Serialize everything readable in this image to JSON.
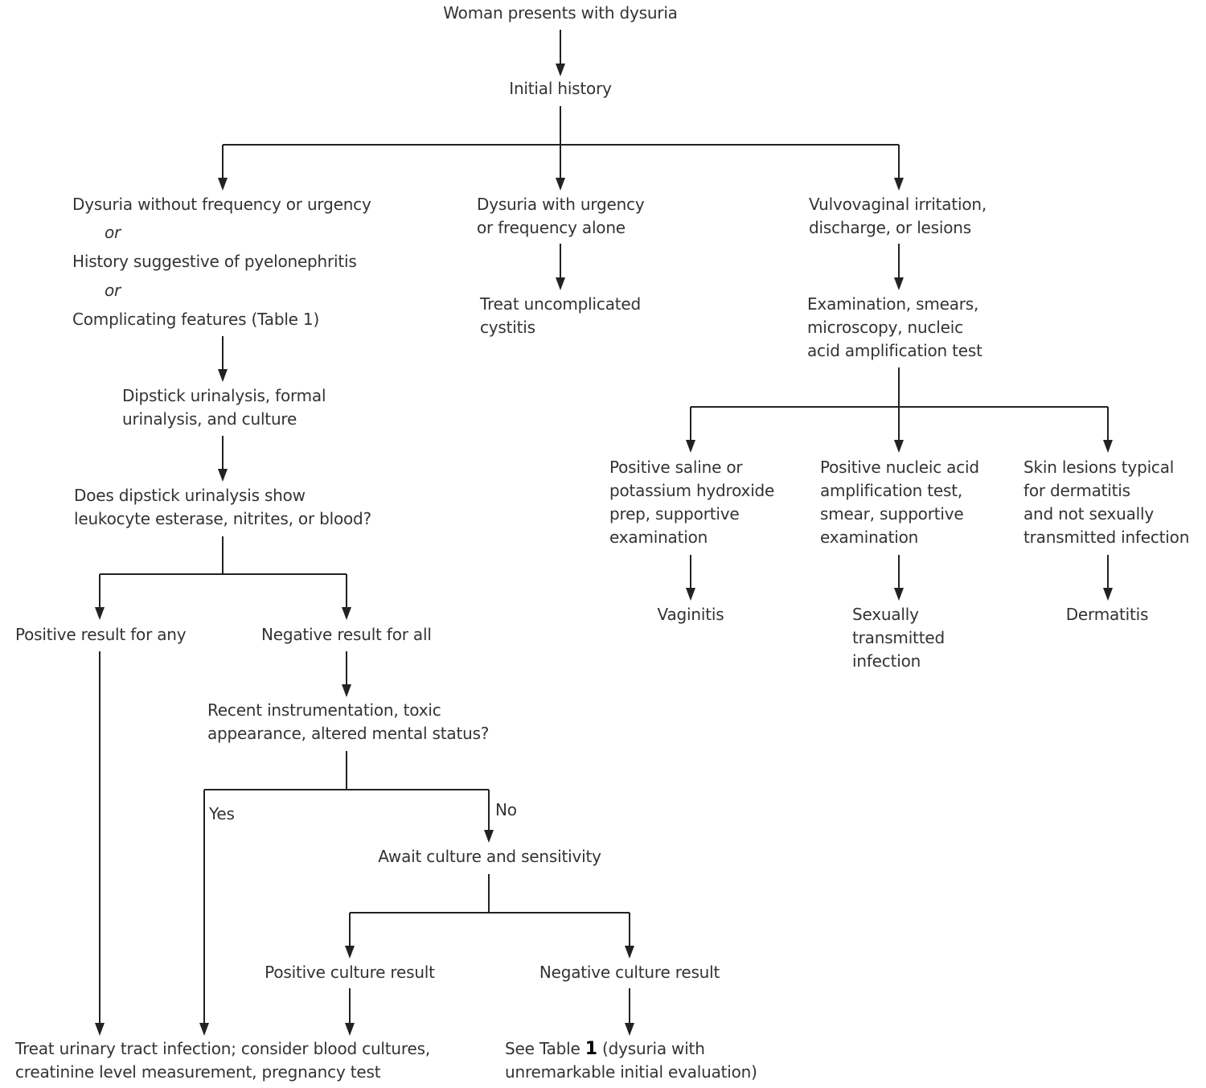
{
  "nodes": {
    "start": "Woman presents with dysuria",
    "history": "Initial history",
    "branch_a": {
      "line1": "Dysuria without frequency or urgency",
      "or1": "or",
      "line2": "History suggestive of pyelonephritis",
      "or2": "or",
      "line3": "Complicating features (Table 1)"
    },
    "branch_b": [
      "Dysuria with urgency",
      "or frequency alone"
    ],
    "branch_c": [
      "Vulvovaginal irritation,",
      "discharge, or lesions"
    ],
    "treat_cystitis": [
      "Treat uncomplicated",
      "cystitis"
    ],
    "exam": [
      "Examination, smears,",
      "microscopy, nucleic",
      "acid amplification test"
    ],
    "urinalysis": [
      "Dipstick urinalysis, formal",
      "urinalysis, and culture"
    ],
    "dipstick_question": [
      "Does dipstick urinalysis show",
      "leukocyte esterase, nitrites, or blood?"
    ],
    "positive_any": "Positive result for any",
    "negative_all": "Negative result for all",
    "instrumentation": [
      "Recent instrumentation, toxic",
      "appearance, altered mental status?"
    ],
    "yes": "Yes",
    "no": "No",
    "await": "Await culture and sensitivity",
    "pos_culture": "Positive culture result",
    "neg_culture": "Negative culture result",
    "treat_uti": [
      "Treat urinary tract infection; consider blood cultures,",
      "creatinine level measurement, pregnancy test"
    ],
    "see_table": {
      "prefix": "See Table ",
      "number": "1",
      "suffix": " (dysuria with",
      "line2": "unremarkable initial evaluation)"
    },
    "saline": [
      "Positive saline or",
      "potassium hydroxide",
      "prep, supportive",
      "examination"
    ],
    "naat": [
      "Positive nucleic acid",
      "amplification test,",
      "smear, supportive",
      "examination"
    ],
    "skin": [
      "Skin lesions typical",
      "for dermatitis",
      "and not sexually",
      "transmitted infection"
    ],
    "vaginitis": "Vaginitis",
    "sti": [
      "Sexually",
      "transmitted",
      "infection"
    ],
    "dermatitis": "Dermatitis"
  }
}
